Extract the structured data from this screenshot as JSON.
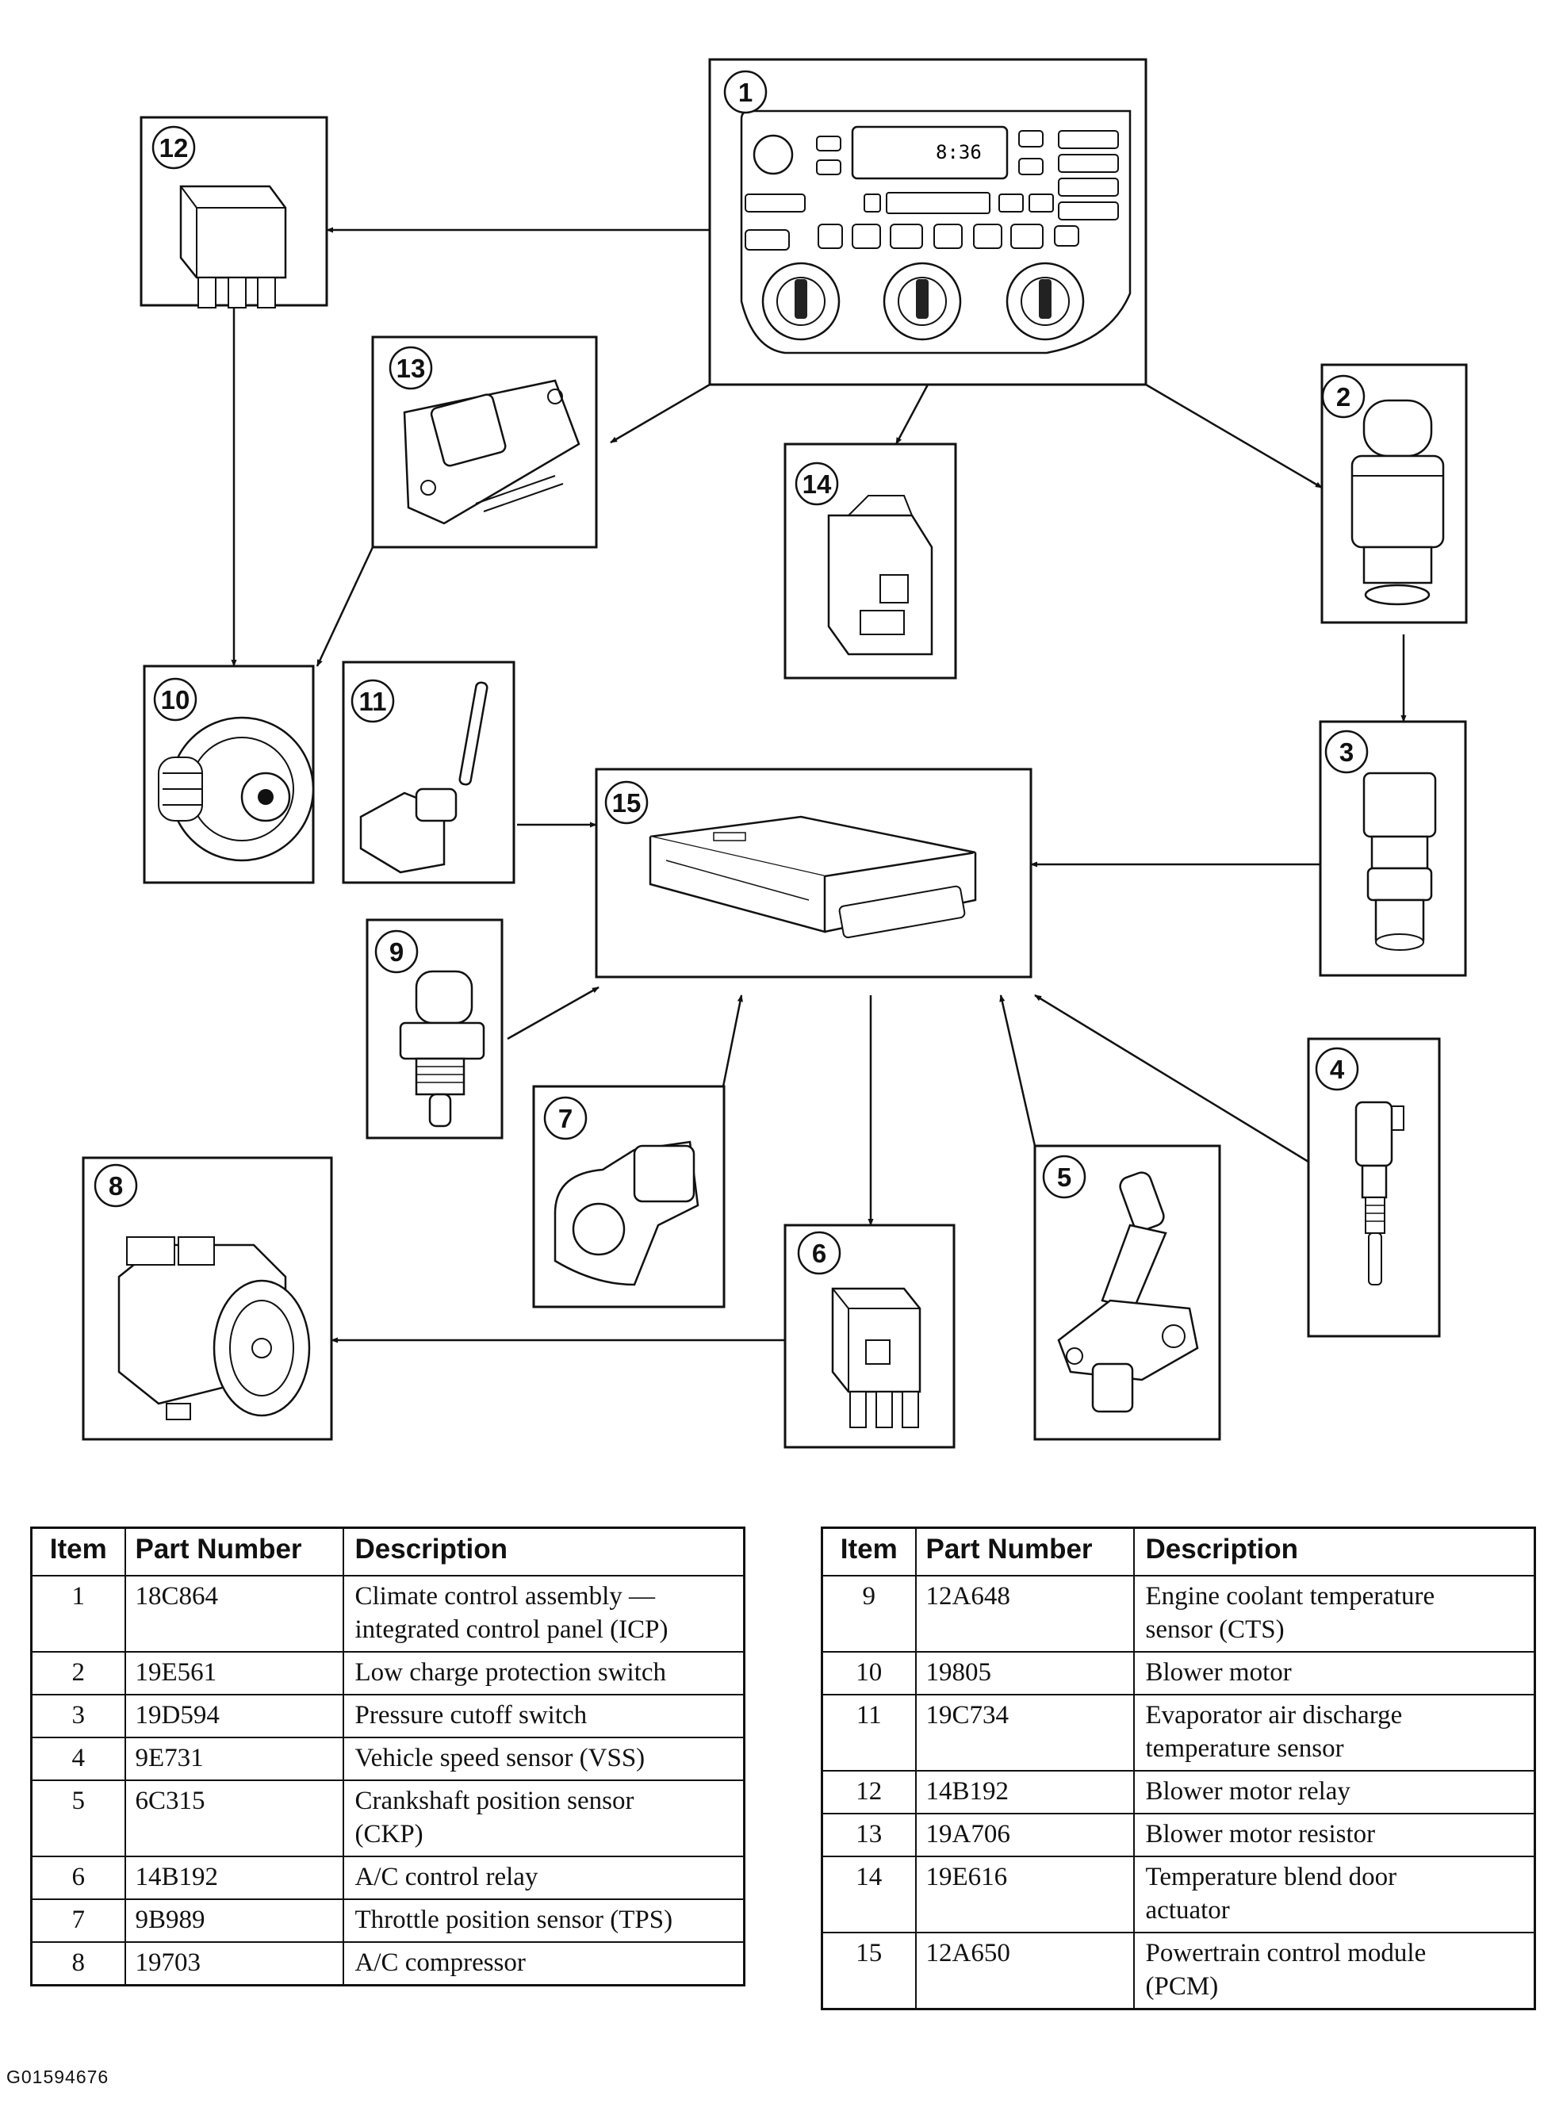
{
  "components": [
    {
      "item": "1",
      "name": "climate-control-assembly"
    },
    {
      "item": "2",
      "name": "low-charge-protection-switch"
    },
    {
      "item": "3",
      "name": "pressure-cutoff-switch"
    },
    {
      "item": "4",
      "name": "vehicle-speed-sensor"
    },
    {
      "item": "5",
      "name": "crankshaft-position-sensor"
    },
    {
      "item": "6",
      "name": "ac-control-relay"
    },
    {
      "item": "7",
      "name": "throttle-position-sensor"
    },
    {
      "item": "8",
      "name": "ac-compressor"
    },
    {
      "item": "9",
      "name": "engine-coolant-temperature-sensor"
    },
    {
      "item": "10",
      "name": "blower-motor"
    },
    {
      "item": "11",
      "name": "evaporator-air-discharge-temperature-sensor"
    },
    {
      "item": "12",
      "name": "blower-motor-relay"
    },
    {
      "item": "13",
      "name": "blower-motor-resistor"
    },
    {
      "item": "14",
      "name": "temperature-blend-door-actuator"
    },
    {
      "item": "15",
      "name": "powertrain-control-module"
    }
  ],
  "icp_clock": "8:36",
  "table": {
    "headers": {
      "item": "Item",
      "part_number": "Part Number",
      "description": "Description"
    },
    "left_rows": [
      {
        "item": "1",
        "part": "18C864",
        "desc": [
          "Climate control assembly —",
          "integrated control panel (ICP)"
        ]
      },
      {
        "item": "2",
        "part": "19E561",
        "desc": [
          "Low charge protection switch"
        ]
      },
      {
        "item": "3",
        "part": "19D594",
        "desc": [
          "Pressure cutoff switch"
        ]
      },
      {
        "item": "4",
        "part": "9E731",
        "desc": [
          "Vehicle speed sensor (VSS)"
        ]
      },
      {
        "item": "5",
        "part": "6C315",
        "desc": [
          "Crankshaft position sensor",
          "(CKP)"
        ]
      },
      {
        "item": "6",
        "part": "14B192",
        "desc": [
          "A/C control relay"
        ]
      },
      {
        "item": "7",
        "part": "9B989",
        "desc": [
          "Throttle position sensor (TPS)"
        ]
      },
      {
        "item": "8",
        "part": "19703",
        "desc": [
          "A/C compressor"
        ]
      }
    ],
    "right_rows": [
      {
        "item": "9",
        "part": "12A648",
        "desc": [
          "Engine coolant temperature",
          "sensor (CTS)"
        ]
      },
      {
        "item": "10",
        "part": "19805",
        "desc": [
          "Blower motor"
        ]
      },
      {
        "item": "11",
        "part": "19C734",
        "desc": [
          "Evaporator air discharge",
          "temperature sensor"
        ]
      },
      {
        "item": "12",
        "part": "14B192",
        "desc": [
          "Blower motor relay"
        ]
      },
      {
        "item": "13",
        "part": "19A706",
        "desc": [
          "Blower motor resistor"
        ]
      },
      {
        "item": "14",
        "part": "19E616",
        "desc": [
          "Temperature blend door",
          "actuator"
        ]
      },
      {
        "item": "15",
        "part": "12A650",
        "desc": [
          "Powertrain control module",
          "(PCM)"
        ]
      }
    ]
  },
  "figure_id": "G01594676"
}
